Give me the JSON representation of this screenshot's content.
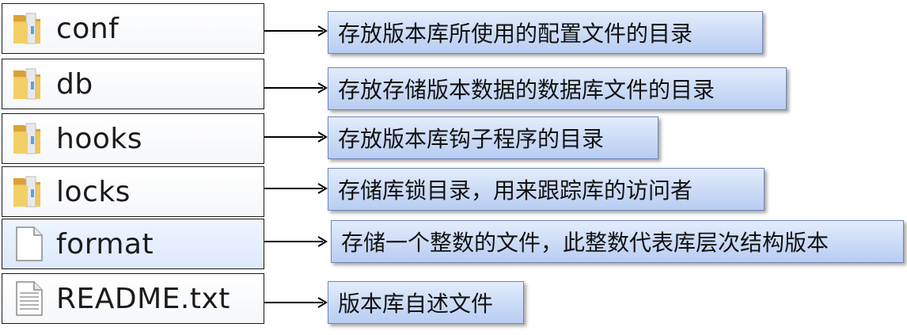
{
  "entries": [
    {
      "name": "conf",
      "type": "folder",
      "icon": "folder-icon",
      "description": "存放版本库所使用的配置文件的目录"
    },
    {
      "name": "db",
      "type": "folder",
      "icon": "folder-icon",
      "description": "存放存储版本数据的数据库文件的目录"
    },
    {
      "name": "hooks",
      "type": "folder",
      "icon": "folder-icon",
      "description": "存放版本库钩子程序的目录"
    },
    {
      "name": "locks",
      "type": "folder",
      "icon": "folder-icon",
      "description": "存储库锁目录，用来跟踪库的访问者"
    },
    {
      "name": "format",
      "type": "file",
      "icon": "blank-file-icon",
      "description": "存储一个整数的文件，此整数代表库层次结构版本"
    },
    {
      "name": "README.txt",
      "type": "text-file",
      "icon": "text-file-icon",
      "description": "版本库自述文件"
    }
  ],
  "colors": {
    "folder": "#e8b84a",
    "desc_box_top": "#e2ecfc",
    "desc_box_bottom": "#b8cdf2",
    "highlight_row": "#dde9fb"
  }
}
